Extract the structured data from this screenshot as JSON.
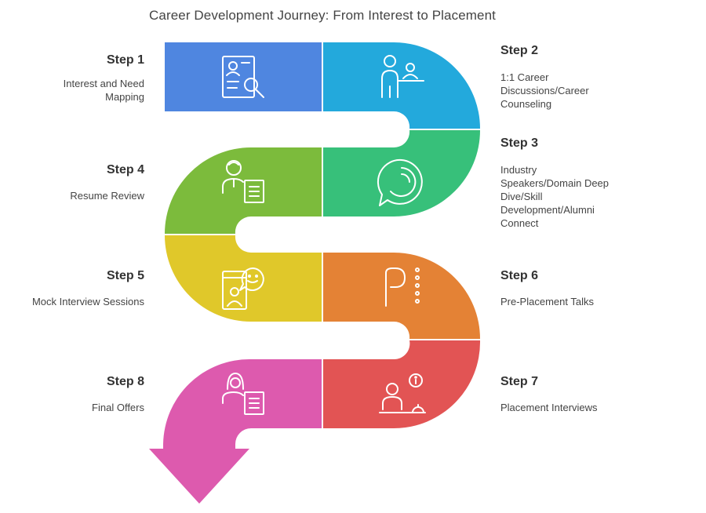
{
  "title": "Career Development Journey: From Interest to Placement",
  "colors": {
    "step1": "#4f86e0",
    "step2": "#23a9dc",
    "step3": "#37c07a",
    "step4": "#7cbb3c",
    "step5": "#e0c82a",
    "step6": "#e48235",
    "step7": "#e25454",
    "step8": "#dd5aae"
  },
  "steps": [
    {
      "label": "Step 1",
      "desc": "Interest and Need Mapping",
      "icon": "resume-search-icon"
    },
    {
      "label": "Step 2",
      "desc": "1:1 Career Discussions/Career Counseling",
      "icon": "counselor-icon"
    },
    {
      "label": "Step 3",
      "desc": "Industry Speakers/Domain Deep Dive/Skill Development/Alumni Connect",
      "icon": "chat-bubble-icon"
    },
    {
      "label": "Step 4",
      "desc": "Resume Review",
      "icon": "person-document-icon"
    },
    {
      "label": "Step 5",
      "desc": "Mock Interview Sessions",
      "icon": "video-interview-icon"
    },
    {
      "label": "Step 6",
      "desc": "Pre-Placement Talks",
      "icon": "presentation-icon"
    },
    {
      "label": "Step 7",
      "desc": "Placement Interviews",
      "icon": "interview-desk-icon"
    },
    {
      "label": "Step 8",
      "desc": "Final Offers",
      "icon": "offer-document-icon"
    }
  ]
}
